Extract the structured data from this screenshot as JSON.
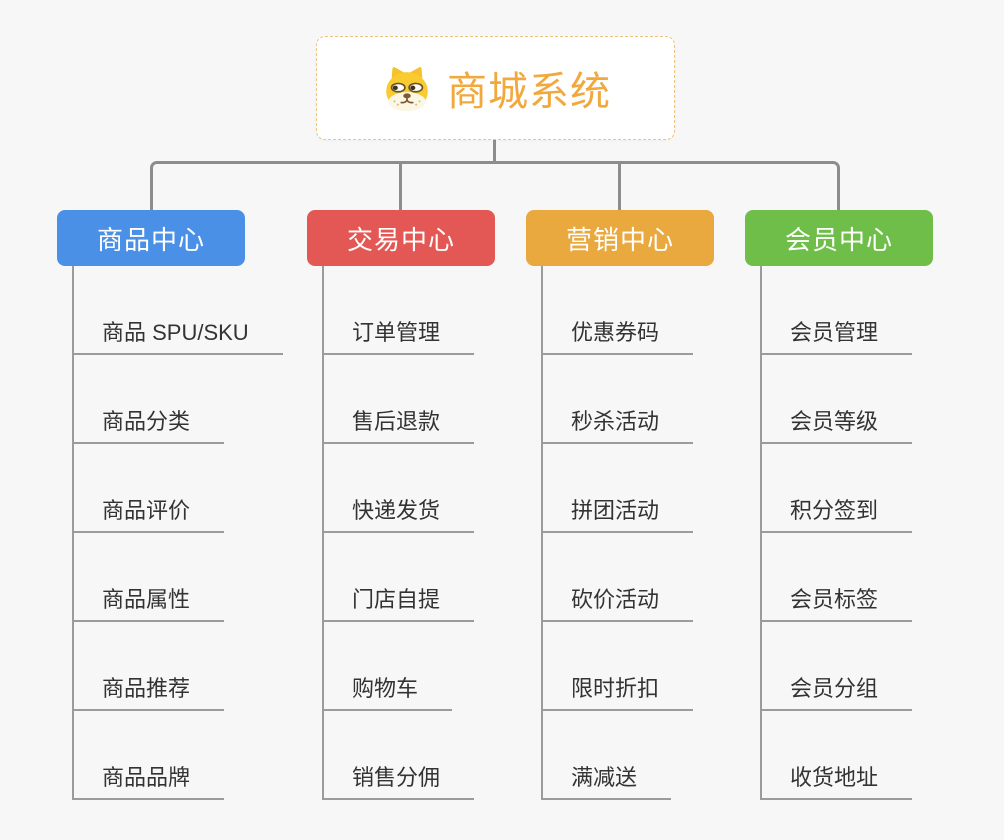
{
  "root": {
    "title": "商城系统",
    "icon": "dog-face-icon"
  },
  "colors": {
    "background": "#f7f7f7",
    "connector_gray": "#8d8d8d",
    "underline_gray": "#9b9b9b",
    "root_text": "#f1a83c",
    "root_border": "#f0c27e",
    "item_text": "#333333"
  },
  "branches": [
    {
      "label": "商品中心",
      "color": "#4a90e6",
      "items": [
        "商品 SPU/SKU",
        "商品分类",
        "商品评价",
        "商品属性",
        "商品推荐",
        "商品品牌"
      ]
    },
    {
      "label": "交易中心",
      "color": "#e35854",
      "items": [
        "订单管理",
        "售后退款",
        "快递发货",
        "门店自提",
        "购物车",
        "销售分佣"
      ]
    },
    {
      "label": "营销中心",
      "color": "#e9a93f",
      "items": [
        "优惠券码",
        "秒杀活动",
        "拼团活动",
        "砍价活动",
        "限时折扣",
        "满减送"
      ]
    },
    {
      "label": "会员中心",
      "color": "#6fbe4a",
      "items": [
        "会员管理",
        "会员等级",
        "积分签到",
        "会员标签",
        "会员分组",
        "收货地址"
      ]
    }
  ]
}
